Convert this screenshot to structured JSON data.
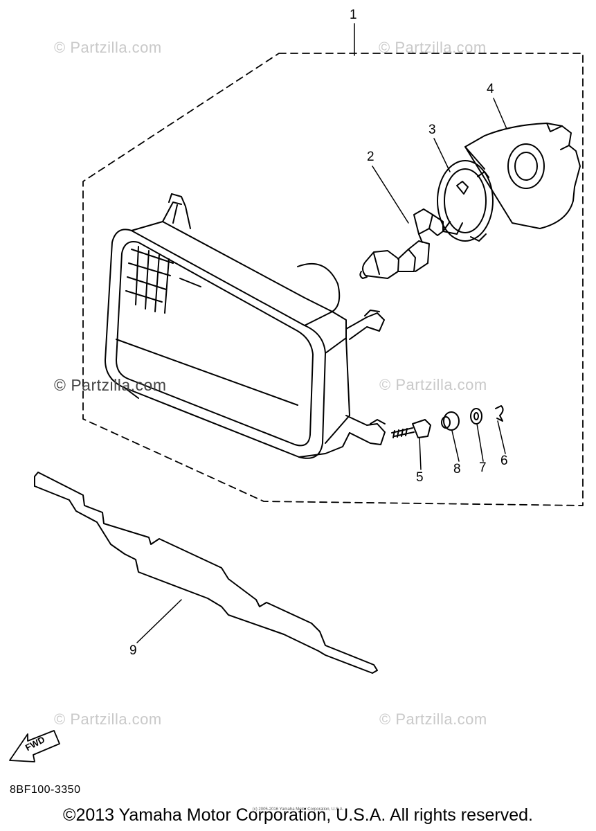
{
  "watermarks": [
    {
      "id": "wm1",
      "text": "© Partzilla.com"
    },
    {
      "id": "wm2",
      "text": "© Partzilla.com"
    },
    {
      "id": "wm3",
      "text": "© Partzilla.com"
    },
    {
      "id": "wm4",
      "text": "© Partzilla.com"
    },
    {
      "id": "wm5",
      "text": "© Partzilla.com"
    },
    {
      "id": "wm6",
      "text": "© Partzilla.com"
    }
  ],
  "callouts": {
    "c1": "1",
    "c2": "2",
    "c3": "3",
    "c4": "4",
    "c5": "5",
    "c6": "6",
    "c7": "7",
    "c8": "8",
    "c9": "9"
  },
  "fwd_label": "FWD",
  "diagram_code": "8BF100-3350",
  "copyright": "©2013 Yamaha Motor Corporation, U.S.A. All rights reserved.",
  "tiny_copyright": "(c) 2005-2016 Yamaha Motor Corporation, U.S.A."
}
